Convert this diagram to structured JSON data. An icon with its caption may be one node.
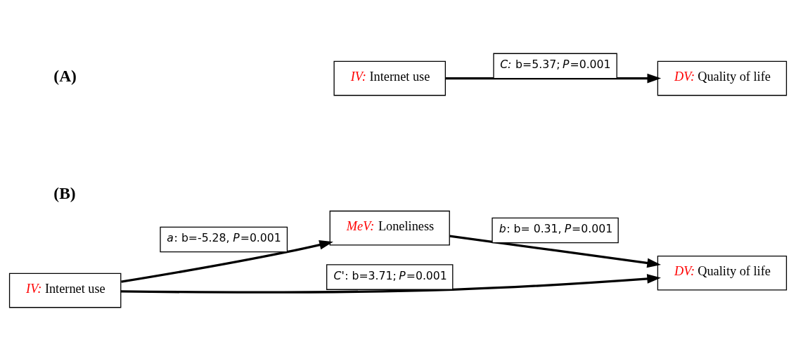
{
  "diagram": {
    "nodes": [
      {
        "text": [
          "*IV:* Internet use"
        ]
      },
      {
        "text": [
          "*DV:* Quality of life"
        ]
      },
      {
        "text": [
          "*MeV:* Loneliness"
        ]
      },
      {
        "text": [
          "*IV:* Internet use"
        ]
      },
      {
        "text": [
          "*DV:* Quality of life"
        ]
      }
    ],
    "edges": [
      {
        "from": 0,
        "to": 1,
        "arrow": "to",
        "label": "*C:* b=5.37; *P*=0.001"
      },
      {
        "from": 3,
        "to": 2,
        "arrow": "to",
        "label": "*a*: b=-5.28, *P*=0.001"
      },
      {
        "from": 2,
        "to": 4,
        "arrow": "to",
        "label": "*b*: b= 0.31, *P*=0.001"
      },
      {
        "from": 3,
        "to": 4,
        "arrow": "to",
        "label": "*C'*: b=3.71; *P*=0.001"
      }
    ],
    "labels": [
      "(A)",
      "(B)"
    ]
  }
}
